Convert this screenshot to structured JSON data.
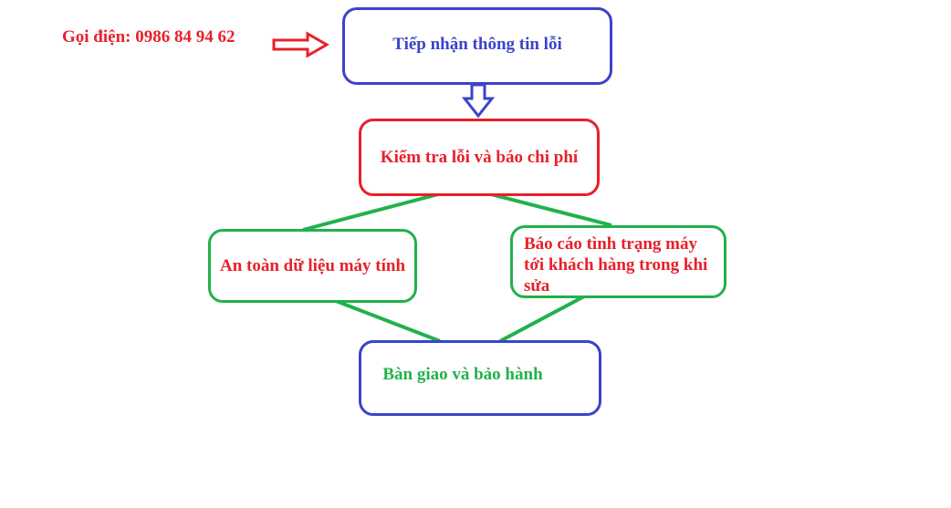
{
  "phone": {
    "label": "Gọi điện: 0986 84 94 62",
    "color": "#e8202a"
  },
  "nodes": {
    "receive": {
      "label": "Tiếp nhận thông tin lỗi",
      "border": "#3a44c8",
      "text": "#3a44c8"
    },
    "check": {
      "label": "Kiểm tra lỗi và báo chi phí",
      "border": "#e8202a",
      "text": "#e8202a"
    },
    "safety": {
      "label": "An toàn dữ liệu máy tính",
      "border": "#22b14c",
      "text": "#e8202a"
    },
    "report": {
      "label": "Báo cáo tình trạng máy tới khách hàng trong khi sửa",
      "border": "#22b14c",
      "text": "#e8202a"
    },
    "handover": {
      "label": "Bàn giao và bảo hành",
      "border": "#3a44c8",
      "text": "#22b14c"
    }
  },
  "connectors": {
    "phone_arrow_color": "#e8202a",
    "down_arrow_color": "#3a44c8",
    "branch_line_color": "#22b14c"
  }
}
